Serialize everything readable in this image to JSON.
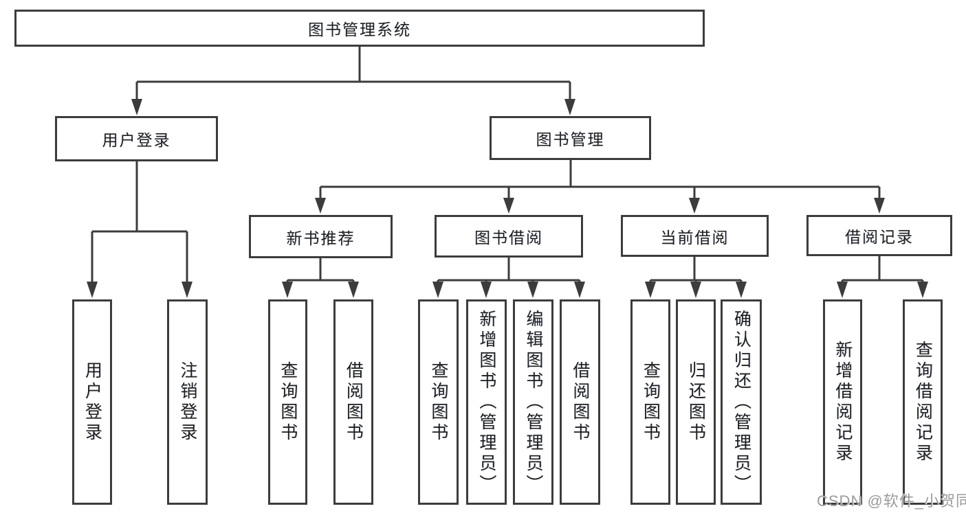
{
  "colors": {
    "line": "#3c3c3c",
    "text": "#1e1e1e",
    "watermark": "#9b9b9b",
    "background": "#ffffff"
  },
  "tree": {
    "root": "图书管理系统",
    "user_login": {
      "label": "用户登录",
      "leaves": [
        "用户登录",
        "注销登录"
      ]
    },
    "book_mgmt": {
      "label": "图书管理",
      "sections": {
        "new_book_rec": {
          "label": "新书推荐",
          "leaves": [
            "查询图书",
            "借阅图书"
          ]
        },
        "book_borrow": {
          "label": "图书借阅",
          "leaves": [
            "查询图书",
            "新增图书（管理员）",
            "编辑图书（管理员）",
            "借阅图书"
          ]
        },
        "current_borrow": {
          "label": "当前借阅",
          "leaves": [
            "查询图书",
            "归还图书",
            "确认归还（管理员）"
          ]
        },
        "borrow_records": {
          "label": "借阅记录",
          "leaves": [
            "新增借阅记录",
            "查询借阅记录"
          ]
        }
      }
    }
  },
  "watermark": "CSDN @软件_小贺同学"
}
